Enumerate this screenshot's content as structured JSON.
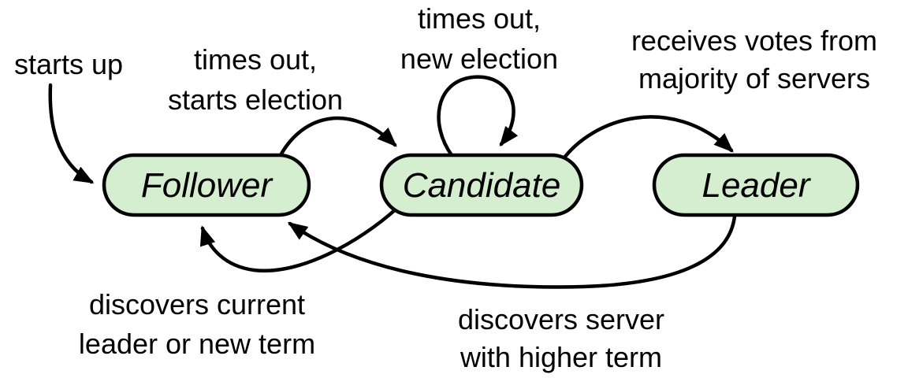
{
  "colors": {
    "background": "#ffffff",
    "state_fill": "#d5eed0",
    "state_stroke": "#000000",
    "edge_stroke": "#000000",
    "text": "#000000"
  },
  "states": {
    "follower": "Follower",
    "candidate": "Candidate",
    "leader": "Leader"
  },
  "transitions": {
    "starts_up": {
      "to": "Follower",
      "lines": [
        "starts up"
      ]
    },
    "follower_to_candidate": {
      "from": "Follower",
      "to": "Candidate",
      "lines": [
        "times out,",
        "starts election"
      ]
    },
    "candidate_self_loop": {
      "from": "Candidate",
      "to": "Candidate",
      "lines": [
        "times out,",
        "new election"
      ]
    },
    "candidate_to_leader": {
      "from": "Candidate",
      "to": "Leader",
      "lines": [
        "receives votes from",
        "majority of servers"
      ]
    },
    "candidate_to_follower": {
      "from": "Candidate",
      "to": "Follower",
      "lines": [
        "discovers current",
        "leader or new term"
      ]
    },
    "leader_to_follower": {
      "from": "Leader",
      "to": "Follower",
      "lines": [
        "discovers server",
        "with higher term"
      ]
    }
  }
}
